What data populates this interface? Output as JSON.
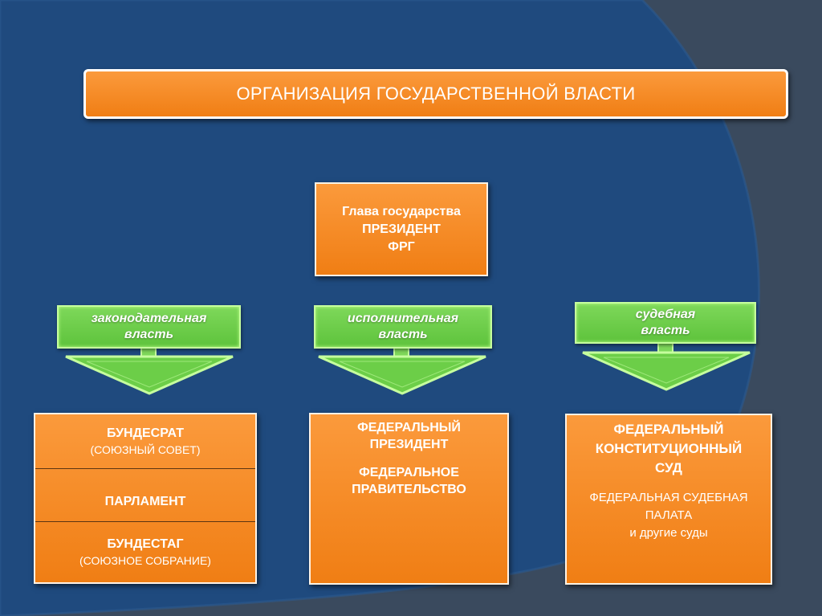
{
  "title": "ОРГАНИЗАЦИЯ ГОСУДАРСТВЕННОЙ ВЛАСТИ",
  "head_of_state": {
    "line1": "Глава государства",
    "line2": "ПРЕЗИДЕНТ",
    "line3": "ФРГ"
  },
  "branches": [
    {
      "line1": "законодательная",
      "line2": "власть"
    },
    {
      "line1": "исполнительная",
      "line2": "власть"
    },
    {
      "line1": "судебная",
      "line2": "власть"
    }
  ],
  "legislative": {
    "bundesrat": "БУНДЕСРАТ",
    "bundesrat_sub": "(СОЮЗНЫЙ СОВЕТ)",
    "parliament": "ПАРЛАМЕНТ",
    "bundestag": "БУНДЕСТАГ",
    "bundestag_sub": "(СОЮЗНОЕ СОБРАНИЕ)"
  },
  "executive": {
    "line1": "ФЕДЕРАЛЬНЫЙ",
    "line2": "ПРЕЗИДЕНТ",
    "line3": "ФЕДЕРАЛЬНОЕ",
    "line4": "ПРАВИТЕЛЬСТВО"
  },
  "judicial": {
    "line1": "ФЕДЕРАЛЬНЫЙ",
    "line2": "КОНСТИТУЦИОННЫЙ",
    "line3": "СУД",
    "line4": "ФЕДЕРАЛЬНАЯ СУДЕБНАЯ",
    "line5": "ПАЛАТА",
    "line6": "и другие суды"
  },
  "colors": {
    "background_dark": "#3a4a5e",
    "background_blue": "#1f4a7e",
    "box_orange": "#f68b24",
    "branch_green": "#6cce48"
  }
}
